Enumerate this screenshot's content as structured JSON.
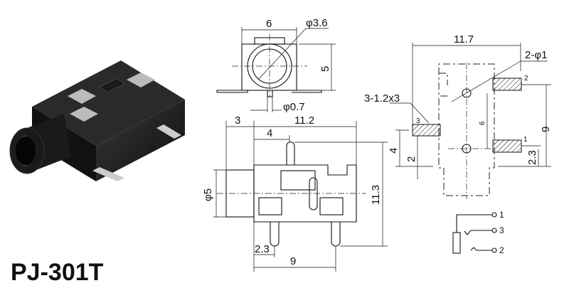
{
  "title": "PJ-301T",
  "front_view": {
    "width": "6",
    "hole_dia": "φ3.6",
    "height": "5",
    "pin_dia": "φ0.7"
  },
  "side_view": {
    "barrel": "3",
    "body_length": "11.2",
    "pin_offset": "4",
    "barrel_dia": "φ5",
    "pin_span": "11.3",
    "pin_bottom_offset": "2.3",
    "pin_pitch": "9"
  },
  "footprint": {
    "width": "11.7",
    "holes": "2-φ1",
    "pads": "3-1.2x3",
    "pad_labels": [
      "1",
      "2",
      "3"
    ],
    "hole_pitch": "6",
    "pad_pitch": "9",
    "pad1_offset": "2.3",
    "pad3_offset": "4",
    "hole_offset": "2"
  },
  "schematic": {
    "pins": [
      "1",
      "3",
      "2"
    ]
  }
}
